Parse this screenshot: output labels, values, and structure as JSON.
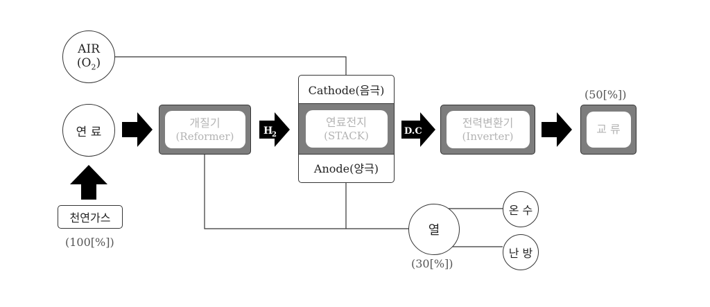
{
  "air": {
    "line1": "AIR",
    "line2": "(O",
    "sub": "2",
    "line2_end": ")"
  },
  "fuel": {
    "label": "연 료"
  },
  "natural_gas": {
    "label": "천연가스",
    "percent": "(100[%])"
  },
  "reformer": {
    "line1": "개질기",
    "line2": "(Reformer)"
  },
  "h2": {
    "label": "H",
    "sub": "2"
  },
  "stack": {
    "cathode": "Cathode(음극)",
    "line1": "연료전지",
    "line2": "(STACK)",
    "anode": "Anode(양극)"
  },
  "dc": {
    "label": "D.C"
  },
  "inverter": {
    "line1": "전력변환기",
    "line2": "(Inverter)"
  },
  "ac": {
    "label": "교 류",
    "percent": "(50[%])"
  },
  "heat": {
    "label": "열",
    "percent": "(30[%])"
  },
  "hot_water": {
    "label": "온 수"
  },
  "heating": {
    "label": "난 방"
  }
}
